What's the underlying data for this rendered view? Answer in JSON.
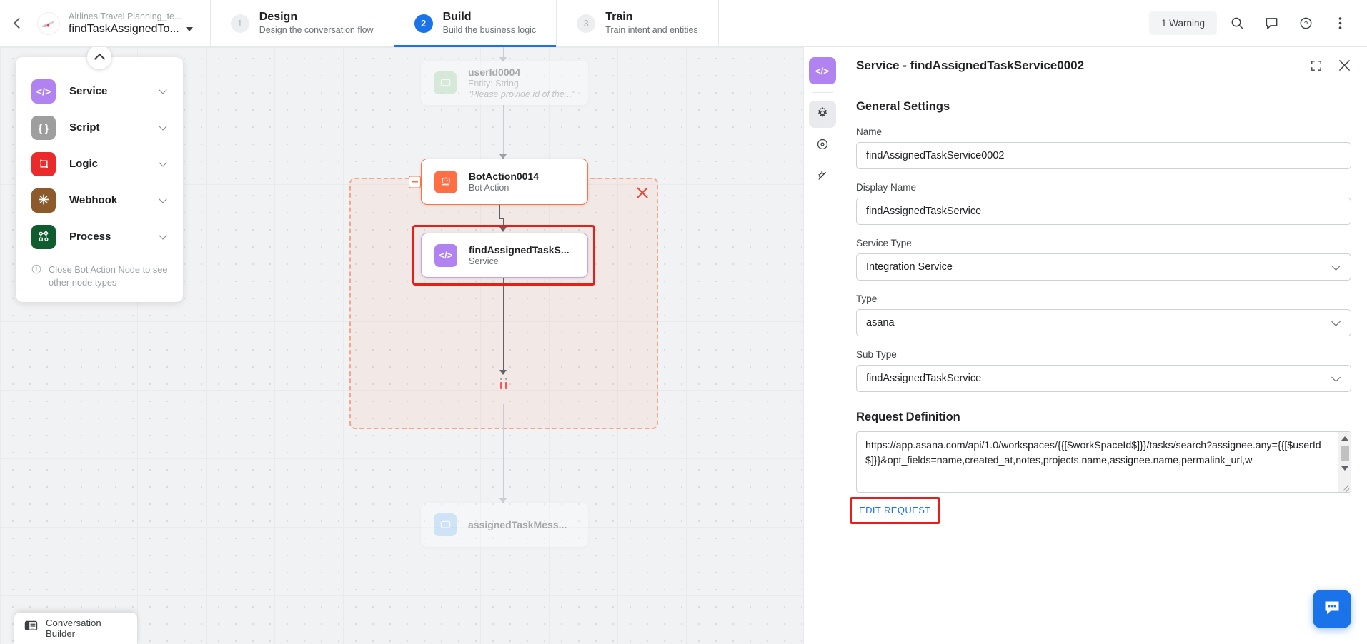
{
  "topbar": {
    "back_icon": "chevron-left-icon",
    "project_name": "Airlines Travel Planning_te...",
    "bot_name": "findTaskAssignedTo...",
    "bot_avatar_icon": "airplane-avatar-icon",
    "steps": [
      {
        "num": "1",
        "title": "Design",
        "subtitle": "Design the conversation flow",
        "active": false
      },
      {
        "num": "2",
        "title": "Build",
        "subtitle": "Build the business logic",
        "active": true
      },
      {
        "num": "3",
        "title": "Train",
        "subtitle": "Train intent and entities",
        "active": false
      }
    ],
    "warning_label": "1 Warning",
    "actions": [
      {
        "icon": "search-icon"
      },
      {
        "icon": "comment-icon"
      },
      {
        "icon": "help-circle-icon"
      },
      {
        "icon": "more-vertical-icon"
      }
    ]
  },
  "palette": {
    "collapse_icon": "chevron-up-icon",
    "items": [
      {
        "label": "Service",
        "icon": "code-brackets-icon",
        "color": "#b083f0",
        "glyph": "</>"
      },
      {
        "label": "Script",
        "icon": "curly-braces-icon",
        "color": "#9e9e9e",
        "glyph": "{ }"
      },
      {
        "label": "Logic",
        "icon": "logic-loop-icon",
        "color": "#ea2b2b",
        "glyph": "↻"
      },
      {
        "label": "Webhook",
        "icon": "webhook-asterisk-icon",
        "color": "#8d5a2b",
        "glyph": "✳"
      },
      {
        "label": "Process",
        "icon": "process-nodes-icon",
        "color": "#0f5c2e",
        "glyph": "⬚"
      }
    ],
    "note": "Close Bot Action Node to see other node types",
    "note_icon": "info-circle-icon"
  },
  "canvas": {
    "nodes": [
      {
        "id": "userid",
        "title": "userId0004",
        "subtitle": "Entity: String",
        "detail": "“Please provide id of the...”",
        "icon": "entity-message-icon",
        "color": "#a5d6a7",
        "glyph": "▤"
      },
      {
        "id": "botaction",
        "title": "BotAction0014",
        "subtitle": "Bot Action",
        "icon": "bot-action-icon",
        "color": "#ff6f43",
        "glyph": "▢"
      },
      {
        "id": "service",
        "title": "findAssignedTaskS...",
        "subtitle": "Service",
        "icon": "code-brackets-icon",
        "color": "#b083f0",
        "glyph": "</>"
      },
      {
        "id": "assigned",
        "title": "assignedTaskMess...",
        "subtitle": "",
        "icon": "message-icon",
        "color": "#90caf9",
        "glyph": "▤"
      }
    ],
    "group_close_icon": "close-group-icon",
    "collapse_knob_icon": "minus-collapse-icon",
    "conversation_builder_label": "Conversation Builder",
    "conversation_builder_icon": "chat-window-icon"
  },
  "rail": {
    "buttons": [
      {
        "icon": "code-brackets-icon",
        "active": true,
        "selected": false
      },
      {
        "icon": "gear-icon",
        "active": false,
        "selected": true
      },
      {
        "icon": "target-circle-icon",
        "active": false,
        "selected": false
      },
      {
        "icon": "plug-icon",
        "active": false,
        "selected": false
      }
    ]
  },
  "panel": {
    "title": "Service - findAssignedTaskService0002",
    "expand_icon": "expand-icon",
    "close_icon": "close-icon",
    "section_title": "General Settings",
    "fields": [
      {
        "label": "Name",
        "value": "findAssignedTaskService0002",
        "type": "text"
      },
      {
        "label": "Display Name",
        "value": "findAssignedTaskService",
        "type": "text"
      },
      {
        "label": "Service Type",
        "value": "Integration Service",
        "type": "select"
      },
      {
        "label": "Type",
        "value": "asana",
        "type": "select"
      },
      {
        "label": "Sub Type",
        "value": "findAssignedTaskService",
        "type": "select"
      }
    ],
    "request_definition": {
      "title": "Request Definition",
      "value": "https://app.asana.com/api/1.0/workspaces/{{[$workSpaceId$]}}/tasks/search?assignee.any={{[$userId$]}}&opt_fields=name,created_at,notes,projects.name,assignee.name,permalink_url,w",
      "scroll_up_icon": "scroll-up-arrow-icon",
      "scroll_down_icon": "scroll-down-arrow-icon",
      "resize_icon": "resize-grip-icon"
    },
    "edit_request_label": "EDIT REQUEST"
  },
  "fab": {
    "icon": "chat-bubble-icon"
  },
  "colors": {
    "accent_blue": "#1a73e8",
    "highlight_red": "#ea1c1c",
    "service_purple": "#b083f0",
    "bot_orange": "#ff6f43"
  }
}
